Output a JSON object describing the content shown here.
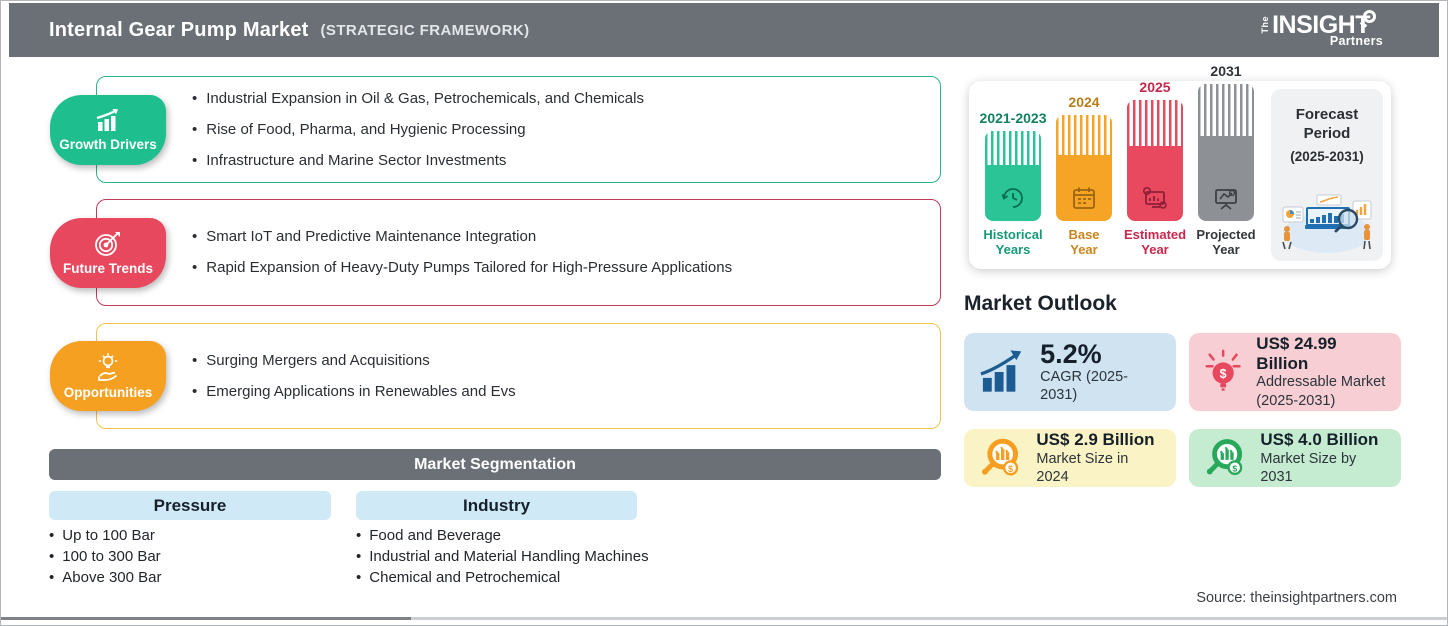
{
  "header": {
    "title": "Internal Gear Pump Market",
    "subtitle": "(STRATEGIC FRAMEWORK)",
    "logo": {
      "prefix": "The",
      "name": "INSIGHT",
      "suffix": "Partners"
    }
  },
  "framework": {
    "boxes": [
      {
        "label": "Growth Drivers",
        "color": "#1fbe8e",
        "icon": "bar-chart-growth-icon",
        "items": [
          "Industrial Expansion in Oil & Gas, Petrochemicals, and Chemicals",
          "Rise of Food, Pharma, and Hygienic Processing",
          "Infrastructure and Marine Sector Investments"
        ]
      },
      {
        "label": "Future Trends",
        "color": "#e8485e",
        "icon": "target-icon",
        "items": [
          "Smart IoT and Predictive Maintenance Integration",
          "Rapid Expansion of Heavy-Duty Pumps Tailored for High-Pressure Applications"
        ]
      },
      {
        "label": "Opportunities",
        "color": "#f5a021",
        "icon": "idea-hand-icon",
        "items": [
          "Surging Mergers and Acquisitions",
          "Emerging Applications in Renewables and Evs"
        ]
      }
    ]
  },
  "segmentation": {
    "title": "Market Segmentation",
    "columns": [
      {
        "header": "Pressure",
        "items": [
          "Up to 100 Bar",
          "100 to 300 Bar",
          "Above 300 Bar"
        ]
      },
      {
        "header": "Industry",
        "items": [
          "Food and Beverage",
          "Industrial and Material Handling Machines",
          "Chemical and Petrochemical"
        ]
      }
    ]
  },
  "timeline": {
    "bars": [
      {
        "year": "2021-2023",
        "label": "Historical Years",
        "color": "#2bc496",
        "text_color": "#169a79",
        "icon": "history-clock-icon"
      },
      {
        "year": "2024",
        "label": "Base Year",
        "color": "#f6a426",
        "text_color": "#c9851d",
        "icon": "calendar-icon"
      },
      {
        "year": "2025",
        "label": "Estimated Year",
        "color": "#e8495f",
        "text_color": "#c9274d",
        "icon": "gear-monitor-icon"
      },
      {
        "year": "2031",
        "label": "Projected Year",
        "color": "#8d9094",
        "text_color": "#33373c",
        "icon": "projection-screen-icon"
      }
    ],
    "forecast": {
      "line1": "Forecast",
      "line2": "Period",
      "range": "(2025-2031)"
    }
  },
  "outlook": {
    "title": "Market Outlook",
    "cards": [
      {
        "value": "5.2%",
        "label": "CAGR (2025-2031)",
        "bg": "#cfe3f1",
        "icon": "cagr-chart-icon",
        "icon_color": "#1d5c92"
      },
      {
        "value": "US$ 24.99 Billion",
        "label": "Addressable Market",
        "label2": "(2025-2031)",
        "bg": "#f6ced3",
        "icon": "bulb-dollar-icon",
        "icon_color": "#e8485e"
      },
      {
        "value": "US$ 2.9 Billion",
        "label": "Market Size in 2024",
        "bg": "#faf3c5",
        "icon": "magnifier-chart-icon",
        "icon_color": "#f59e20"
      },
      {
        "value": "US$ 4.0 Billion",
        "label": "Market Size by 2031",
        "bg": "#c5ecd0",
        "icon": "magnifier-chart-icon",
        "icon_color": "#27a85a"
      }
    ]
  },
  "footer": {
    "source": "Source: theinsightpartners.com"
  }
}
